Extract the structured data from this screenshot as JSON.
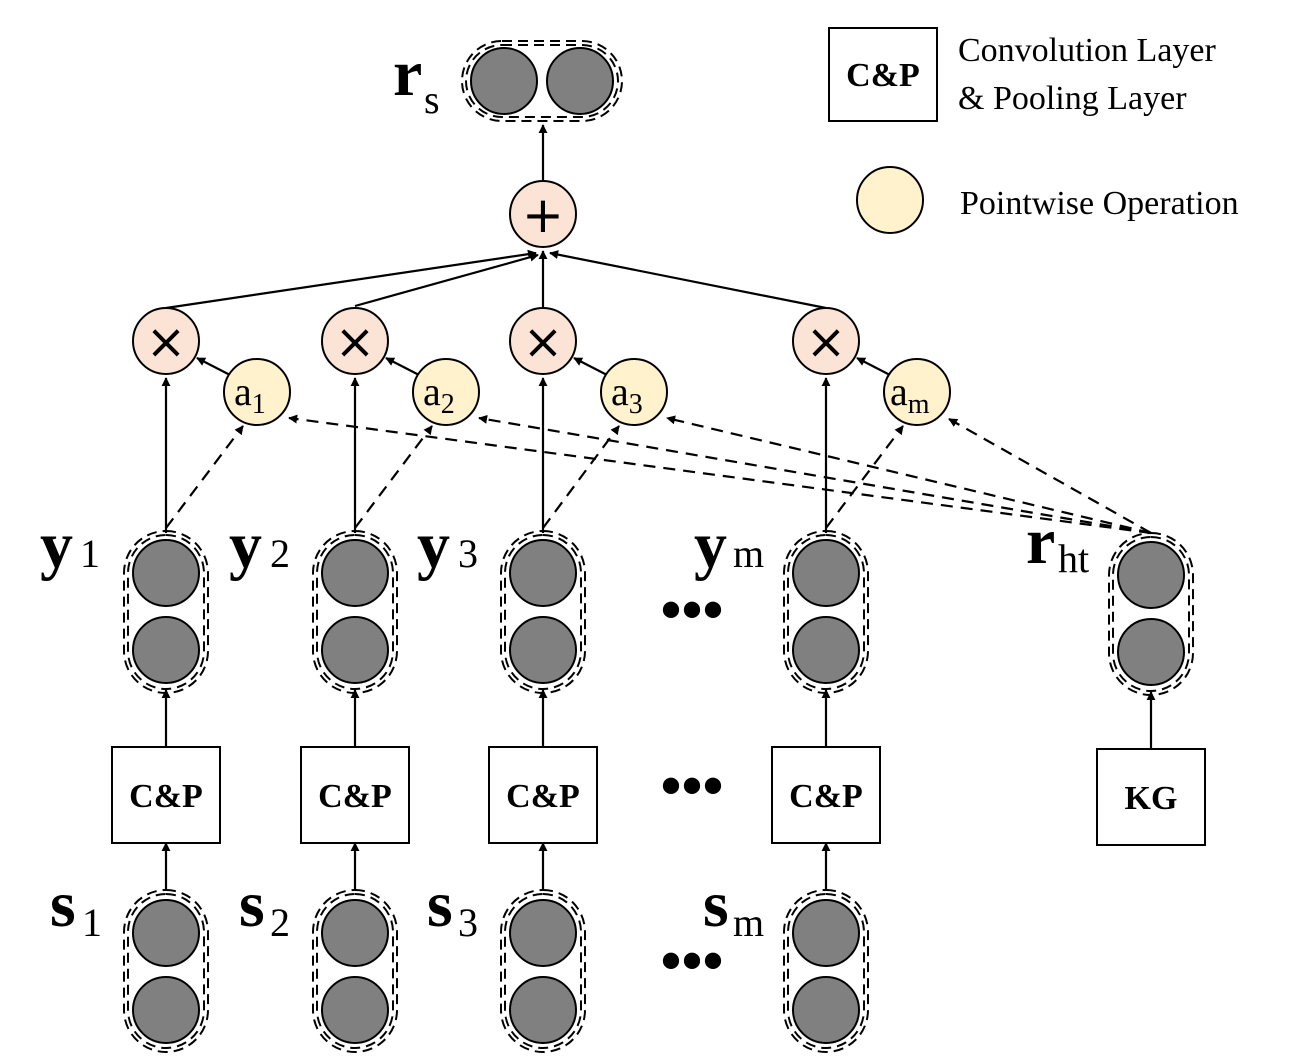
{
  "colors": {
    "neuron": "#808080",
    "op_fill": "#fbe4d5",
    "attention_fill": "#fff2cc",
    "legend_pointwise_fill": "#fff2cc",
    "stroke": "#000000"
  },
  "output": {
    "main": "r",
    "sub": "s"
  },
  "ops": {
    "sum_symbol": "+",
    "mul_symbol": "×"
  },
  "legend": {
    "box_label": "C&P",
    "box_desc_line1": "Convolution Layer",
    "box_desc_line2": "& Pooling Layer",
    "pointwise_desc": "Pointwise Operation"
  },
  "columns": [
    {
      "y_main": "y",
      "y_sub": "1",
      "s_main": "s",
      "s_sub": "1",
      "a_main": "a",
      "a_sub": "1",
      "box": "C&P"
    },
    {
      "y_main": "y",
      "y_sub": "2",
      "s_main": "s",
      "s_sub": "2",
      "a_main": "a",
      "a_sub": "2",
      "box": "C&P"
    },
    {
      "y_main": "y",
      "y_sub": "3",
      "s_main": "s",
      "s_sub": "3",
      "a_main": "a",
      "a_sub": "3",
      "box": "C&P"
    },
    {
      "y_main": "y",
      "y_sub": "m",
      "s_main": "s",
      "s_sub": "m",
      "a_main": "a",
      "a_sub": "m",
      "box": "C&P"
    }
  ],
  "kg": {
    "main": "r",
    "sub": "ht",
    "box": "KG"
  },
  "ellipsis": "•••"
}
